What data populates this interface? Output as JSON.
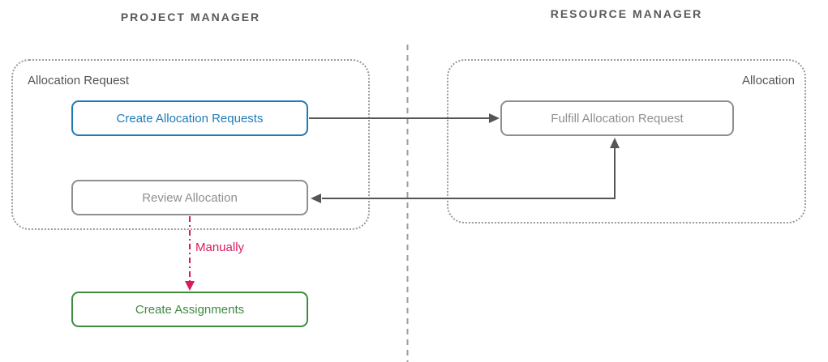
{
  "diagram": {
    "lanes": {
      "left": {
        "title": "PROJECT MANAGER"
      },
      "right": {
        "title": "RESOURCE MANAGER"
      }
    },
    "groups": {
      "left": {
        "label": "Allocation Request"
      },
      "right": {
        "label": "Allocation"
      }
    },
    "nodes": {
      "create_allocation_requests": {
        "label": "Create Allocation Requests",
        "color": "#1e7bb8"
      },
      "fulfill_allocation_request": {
        "label": "Fulfill Allocation Request",
        "color": "#8f8f8f"
      },
      "review_allocation": {
        "label": "Review Allocation",
        "color": "#8f8f8f"
      },
      "create_assignments": {
        "label": "Create Assignments",
        "color": "#3d8b40"
      }
    },
    "edges": {
      "manual_label": "Manually",
      "manual_color": "#d81b60",
      "arrow_color": "#555555",
      "separator_color": "#9e9e9e",
      "group_border_color": "#9a9a9a"
    }
  }
}
